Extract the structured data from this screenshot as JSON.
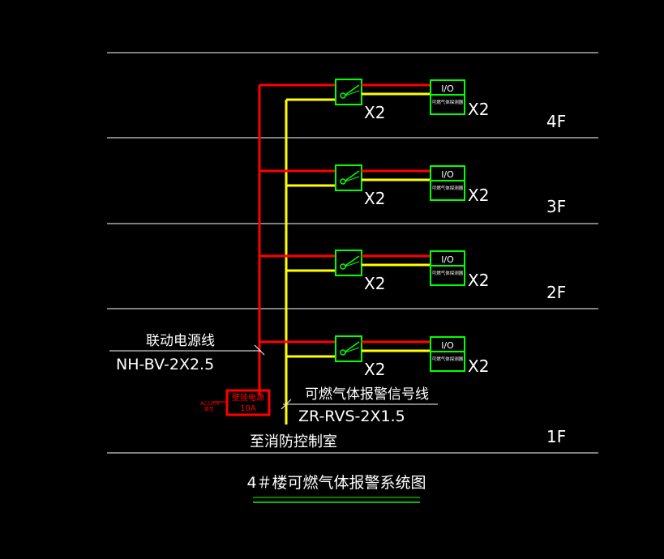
{
  "floors": [
    {
      "label": "4F"
    },
    {
      "label": "3F"
    },
    {
      "label": "2F"
    },
    {
      "label": "1F"
    }
  ],
  "multiplier_label": "X2",
  "io_label": "I/O",
  "detector_small_text": "可燃气体探测器",
  "power_line": {
    "title": "联动电源线",
    "spec": "NH-BV-2X2.5"
  },
  "signal_line": {
    "title": "可燃气体报警信号线",
    "spec": "ZR-RVS-2X1.5"
  },
  "destination": "至消防控制室",
  "power_box": {
    "line1": "壁挂电源",
    "line2": "10A"
  },
  "power_box_tag": {
    "line1": "AC220V",
    "line2": "接至"
  },
  "diagram_title": "4＃楼可燃气体报警系统图",
  "colors": {
    "red": "#ff0000",
    "yellow": "#ffff00",
    "green": "#00ff00",
    "white": "#ffffff"
  }
}
